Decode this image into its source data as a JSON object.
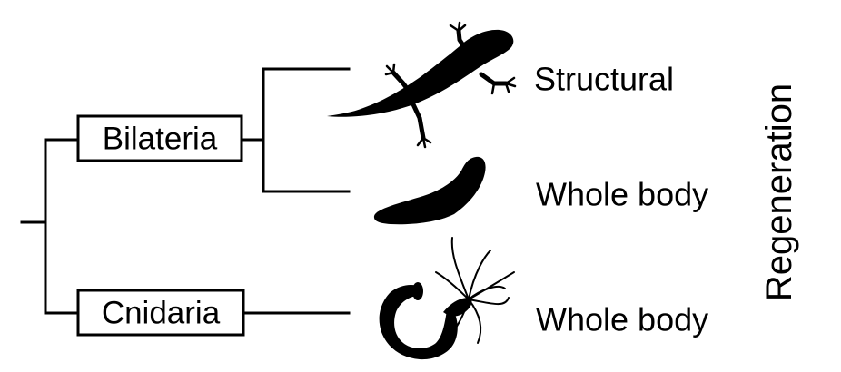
{
  "tree": {
    "clades": [
      {
        "label": "Bilateria"
      },
      {
        "label": "Cnidaria"
      }
    ],
    "leaves": [
      {
        "organism": "salamander-silhouette",
        "regeneration": "Structural"
      },
      {
        "organism": "planarian-silhouette",
        "regeneration": "Whole body"
      },
      {
        "organism": "hydra-silhouette",
        "regeneration": "Whole body"
      }
    ]
  },
  "side_label": "Regeneration",
  "colors": {
    "line": "#000000",
    "background": "#ffffff"
  }
}
